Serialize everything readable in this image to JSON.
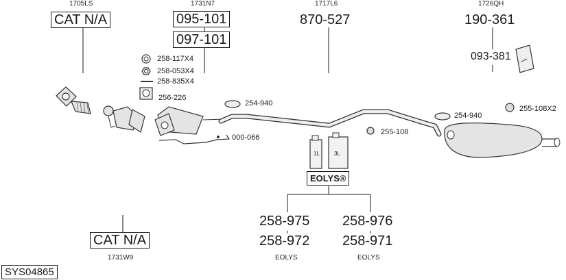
{
  "diagram_id": "SYS04865",
  "top_refs": {
    "manifold": "1705LS",
    "cat": "1731N7",
    "center": "1717L6",
    "rear": "1726QH"
  },
  "boxes": {
    "cat_na_top": "CAT N/A",
    "cat_na_bottom": "CAT N/A",
    "part_095": "095-101",
    "part_097": "097-101"
  },
  "big_parts": {
    "center_pipe": "870-527",
    "rear_silencer": "190-361",
    "hanger_kit": "093-381"
  },
  "small_parts": {
    "nut_258_117": "258-117X4",
    "washer_258_053": "258-053X4",
    "bolt_258_835": "258-835X4",
    "gasket_256_226": "256-226",
    "clamp_254_940_a": "254-940",
    "clamp_254_940_b": "254-940",
    "mount_255_108": "255-108",
    "mount_255_108x2": "255-108X2",
    "sensor_000_066": "000-066"
  },
  "bottom_ref": "1731W9",
  "eolys": {
    "brand": "EOLYS®",
    "can_small": "1L",
    "can_large": "3L",
    "left_top": "258-975",
    "left_bottom": "258-972",
    "left_label": "EOLYS",
    "right_top": "258-976",
    "right_bottom": "258-971",
    "right_label": "EOLYS"
  }
}
